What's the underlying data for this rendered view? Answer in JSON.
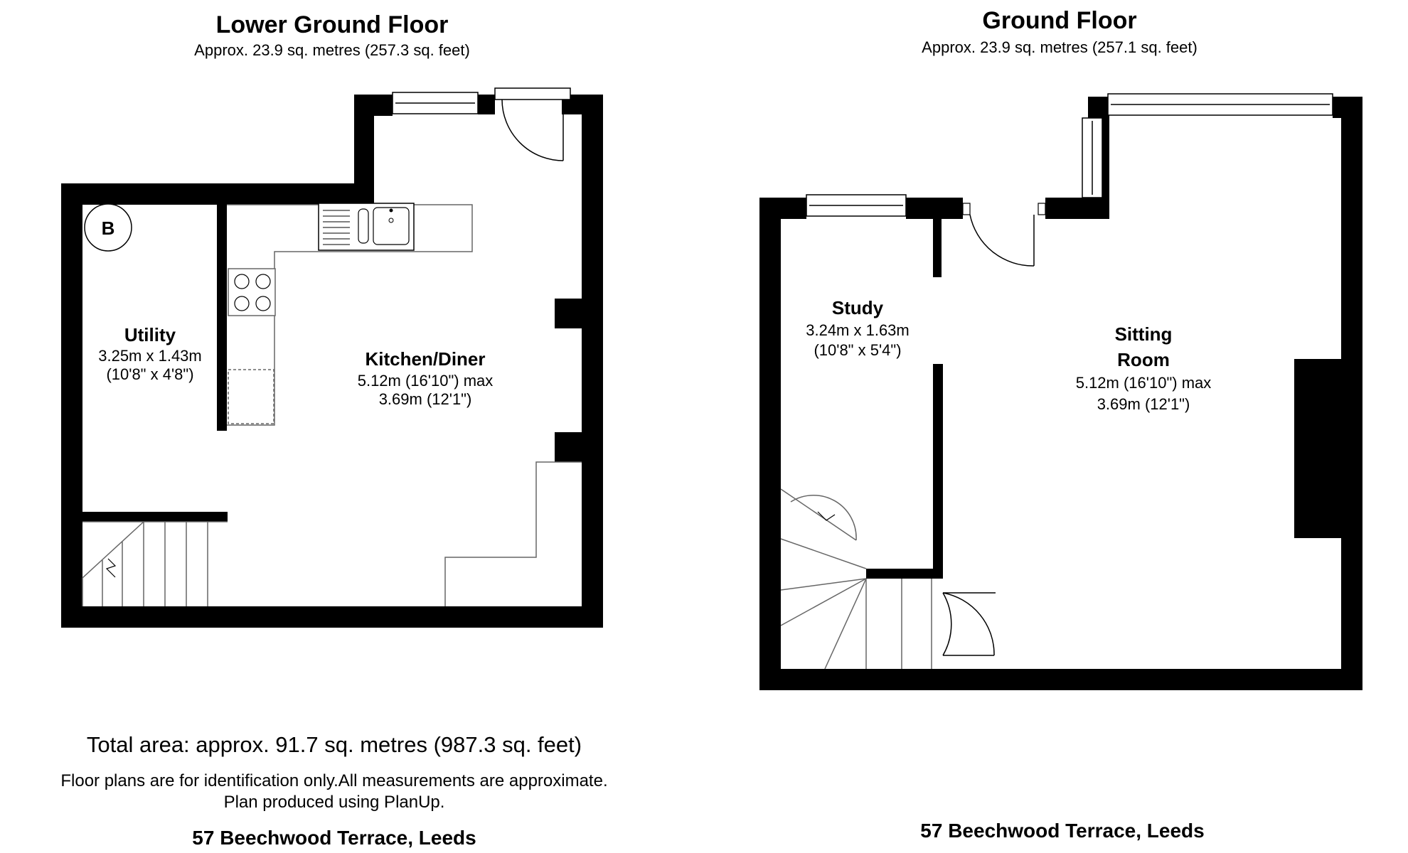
{
  "lower_ground": {
    "title": "Lower Ground Floor",
    "area": "Approx.  23.9 sq. metres (257.3 sq. feet)",
    "boiler_label": "B",
    "rooms": [
      {
        "name": "Utility",
        "dim_m": "3.25m x 1.43m",
        "dim_ft": "(10'8\" x 4'8\")"
      },
      {
        "name": "Kitchen/Diner",
        "dim_m": "5.12m (16'10\") max",
        "dim_ft": "3.69m (12'1\")"
      }
    ]
  },
  "ground": {
    "title": "Ground Floor",
    "area": "Approx.  23.9 sq. metres (257.1 sq. feet)",
    "rooms": [
      {
        "name": "Study",
        "dim_m": "3.24m x 1.63m",
        "dim_ft": "(10'8\" x 5'4\")"
      },
      {
        "name_line1": "Sitting",
        "name_line2": "Room",
        "dim_m": "5.12m (16'10\") max",
        "dim_ft": "3.69m (12'1\")"
      }
    ]
  },
  "footer": {
    "total": "Total area: approx.  91.7 sq. metres (987.3 sq. feet)",
    "disclaimer": "Floor plans are for identification only.All measurements are approximate.",
    "credit": "Plan produced using PlanUp.",
    "address_left": "57 Beechwood Terrace, Leeds",
    "address_right": "57 Beechwood Terrace, Leeds"
  }
}
